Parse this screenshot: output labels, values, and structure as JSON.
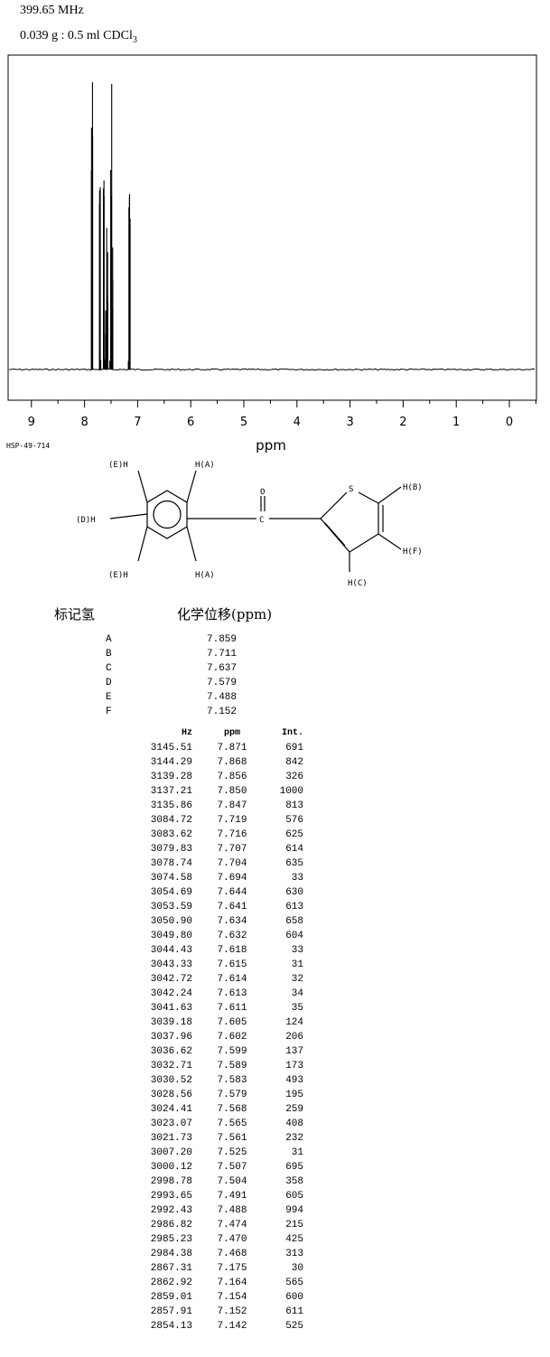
{
  "header": {
    "frequency": "399.65 MHz",
    "sample_prefix": "0.039 g : 0.5 ml CDCl",
    "sample_sub": "3"
  },
  "spectrum_code": "HSP-49-714",
  "chart_data": {
    "type": "line",
    "xlabel": "ppm",
    "xlim": [
      9.5,
      -0.5
    ],
    "x_ticks": [
      9,
      8,
      7,
      6,
      5,
      4,
      3,
      2,
      1,
      0
    ],
    "ylim": [
      0,
      1000
    ],
    "grid": false,
    "peaks": [
      {
        "ppm": 7.871,
        "intensity": 691
      },
      {
        "ppm": 7.868,
        "intensity": 842
      },
      {
        "ppm": 7.856,
        "intensity": 326
      },
      {
        "ppm": 7.85,
        "intensity": 1000
      },
      {
        "ppm": 7.847,
        "intensity": 813
      },
      {
        "ppm": 7.719,
        "intensity": 576
      },
      {
        "ppm": 7.716,
        "intensity": 625
      },
      {
        "ppm": 7.707,
        "intensity": 614
      },
      {
        "ppm": 7.704,
        "intensity": 635
      },
      {
        "ppm": 7.694,
        "intensity": 33
      },
      {
        "ppm": 7.644,
        "intensity": 630
      },
      {
        "ppm": 7.641,
        "intensity": 613
      },
      {
        "ppm": 7.634,
        "intensity": 658
      },
      {
        "ppm": 7.632,
        "intensity": 604
      },
      {
        "ppm": 7.618,
        "intensity": 33
      },
      {
        "ppm": 7.615,
        "intensity": 31
      },
      {
        "ppm": 7.614,
        "intensity": 32
      },
      {
        "ppm": 7.613,
        "intensity": 34
      },
      {
        "ppm": 7.611,
        "intensity": 35
      },
      {
        "ppm": 7.605,
        "intensity": 124
      },
      {
        "ppm": 7.602,
        "intensity": 206
      },
      {
        "ppm": 7.599,
        "intensity": 137
      },
      {
        "ppm": 7.589,
        "intensity": 173
      },
      {
        "ppm": 7.583,
        "intensity": 493
      },
      {
        "ppm": 7.579,
        "intensity": 195
      },
      {
        "ppm": 7.568,
        "intensity": 259
      },
      {
        "ppm": 7.565,
        "intensity": 408
      },
      {
        "ppm": 7.561,
        "intensity": 232
      },
      {
        "ppm": 7.525,
        "intensity": 31
      },
      {
        "ppm": 7.507,
        "intensity": 695
      },
      {
        "ppm": 7.504,
        "intensity": 358
      },
      {
        "ppm": 7.491,
        "intensity": 605
      },
      {
        "ppm": 7.488,
        "intensity": 994
      },
      {
        "ppm": 7.474,
        "intensity": 215
      },
      {
        "ppm": 7.47,
        "intensity": 425
      },
      {
        "ppm": 7.468,
        "intensity": 313
      },
      {
        "ppm": 7.175,
        "intensity": 30
      },
      {
        "ppm": 7.164,
        "intensity": 565
      },
      {
        "ppm": 7.154,
        "intensity": 600
      },
      {
        "ppm": 7.152,
        "intensity": 611
      },
      {
        "ppm": 7.142,
        "intensity": 525
      }
    ]
  },
  "structure": {
    "labels": {
      "HE_top": "(E)H",
      "HA_top": "H(A)",
      "HD": "(D)H",
      "HE_bot": "(E)H",
      "HA_bot": "H(A)",
      "O": "O",
      "C": "C",
      "S": "S",
      "HB": "H(B)",
      "HF": "H(F)",
      "HC": "H(C)"
    }
  },
  "assignment": {
    "col1": "标记氢",
    "col2": "化学位移(ppm)",
    "rows": [
      {
        "label": "A",
        "ppm": "7.859"
      },
      {
        "label": "B",
        "ppm": "7.711"
      },
      {
        "label": "C",
        "ppm": "7.637"
      },
      {
        "label": "D",
        "ppm": "7.579"
      },
      {
        "label": "E",
        "ppm": "7.488"
      },
      {
        "label": "F",
        "ppm": "7.152"
      }
    ]
  },
  "peak_table": {
    "headers": [
      "Hz",
      "ppm",
      "Int."
    ],
    "rows": [
      [
        "3145.51",
        "7.871",
        "691"
      ],
      [
        "3144.29",
        "7.868",
        "842"
      ],
      [
        "3139.28",
        "7.856",
        "326"
      ],
      [
        "3137.21",
        "7.850",
        "1000"
      ],
      [
        "3135.86",
        "7.847",
        "813"
      ],
      [
        "3084.72",
        "7.719",
        "576"
      ],
      [
        "3083.62",
        "7.716",
        "625"
      ],
      [
        "3079.83",
        "7.707",
        "614"
      ],
      [
        "3078.74",
        "7.704",
        "635"
      ],
      [
        "3074.58",
        "7.694",
        "33"
      ],
      [
        "3054.69",
        "7.644",
        "630"
      ],
      [
        "3053.59",
        "7.641",
        "613"
      ],
      [
        "3050.90",
        "7.634",
        "658"
      ],
      [
        "3049.80",
        "7.632",
        "604"
      ],
      [
        "3044.43",
        "7.618",
        "33"
      ],
      [
        "3043.33",
        "7.615",
        "31"
      ],
      [
        "3042.72",
        "7.614",
        "32"
      ],
      [
        "3042.24",
        "7.613",
        "34"
      ],
      [
        "3041.63",
        "7.611",
        "35"
      ],
      [
        "3039.18",
        "7.605",
        "124"
      ],
      [
        "3037.96",
        "7.602",
        "206"
      ],
      [
        "3036.62",
        "7.599",
        "137"
      ],
      [
        "3032.71",
        "7.589",
        "173"
      ],
      [
        "3030.52",
        "7.583",
        "493"
      ],
      [
        "3028.56",
        "7.579",
        "195"
      ],
      [
        "3024.41",
        "7.568",
        "259"
      ],
      [
        "3023.07",
        "7.565",
        "408"
      ],
      [
        "3021.73",
        "7.561",
        "232"
      ],
      [
        "3007.20",
        "7.525",
        "31"
      ],
      [
        "3000.12",
        "7.507",
        "695"
      ],
      [
        "2998.78",
        "7.504",
        "358"
      ],
      [
        "2993.65",
        "7.491",
        "605"
      ],
      [
        "2992.43",
        "7.488",
        "994"
      ],
      [
        "2986.82",
        "7.474",
        "215"
      ],
      [
        "2985.23",
        "7.470",
        "425"
      ],
      [
        "2984.38",
        "7.468",
        "313"
      ],
      [
        "2867.31",
        "7.175",
        "30"
      ],
      [
        "2862.92",
        "7.164",
        "565"
      ],
      [
        "2859.01",
        "7.154",
        "600"
      ],
      [
        "2857.91",
        "7.152",
        "611"
      ],
      [
        "2854.13",
        "7.142",
        "525"
      ]
    ]
  }
}
